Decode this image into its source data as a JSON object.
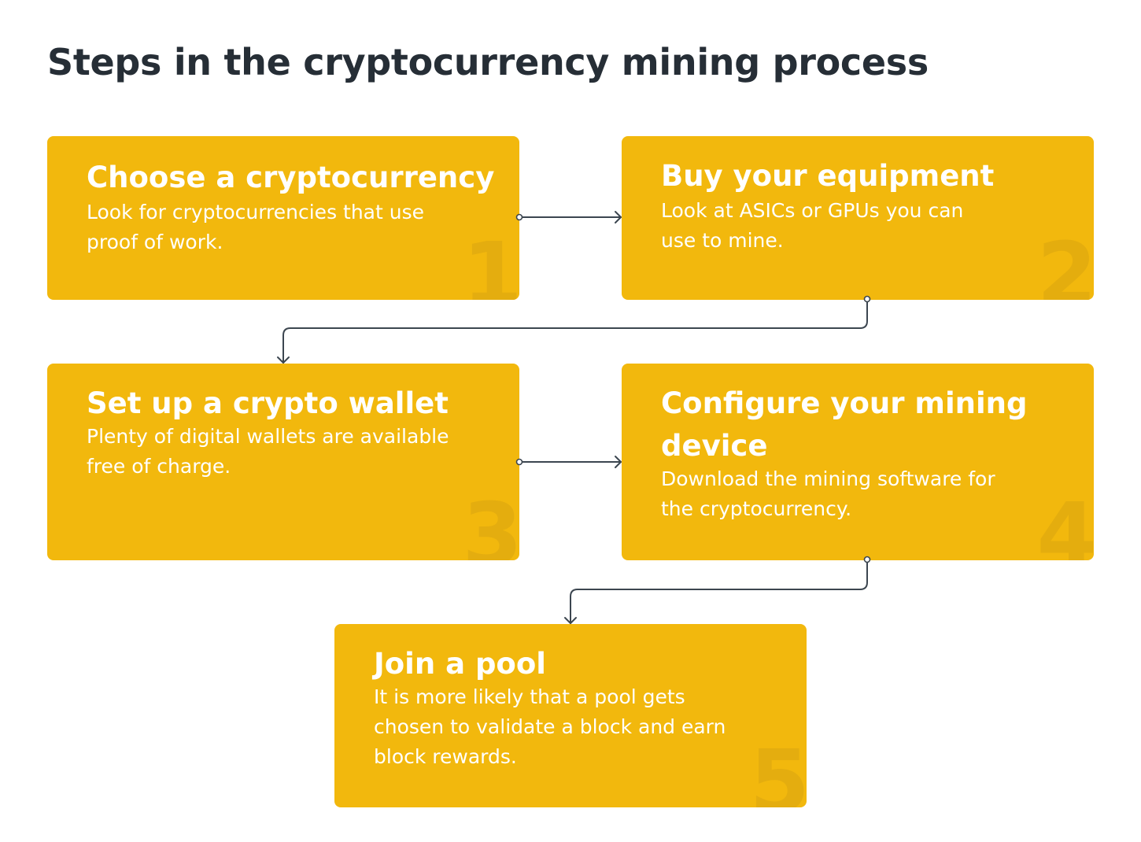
{
  "title": "Steps in the cryptocurrency mining process",
  "steps": [
    {
      "number": "1",
      "title": "Choose a cryptocurrency",
      "description": "Look for cryptocurrencies that use proof of work."
    },
    {
      "number": "2",
      "title": "Buy your equipment",
      "description": "Look at ASICs or GPUs you can use to mine."
    },
    {
      "number": "3",
      "title": "Set up a crypto wallet",
      "description": "Plenty of digital wallets are available free of charge."
    },
    {
      "number": "4",
      "title": "Configure your mining device",
      "description": "Download the mining software for the cryptocurrency."
    },
    {
      "number": "5",
      "title": "Join a pool",
      "description": "It is more likely that a pool gets chosen to validate a block and earn block rewards."
    }
  ],
  "colors": {
    "card": "#f2b80d",
    "title_text": "#262e36",
    "card_text": "#ffffff",
    "connector": "#3c4650"
  }
}
